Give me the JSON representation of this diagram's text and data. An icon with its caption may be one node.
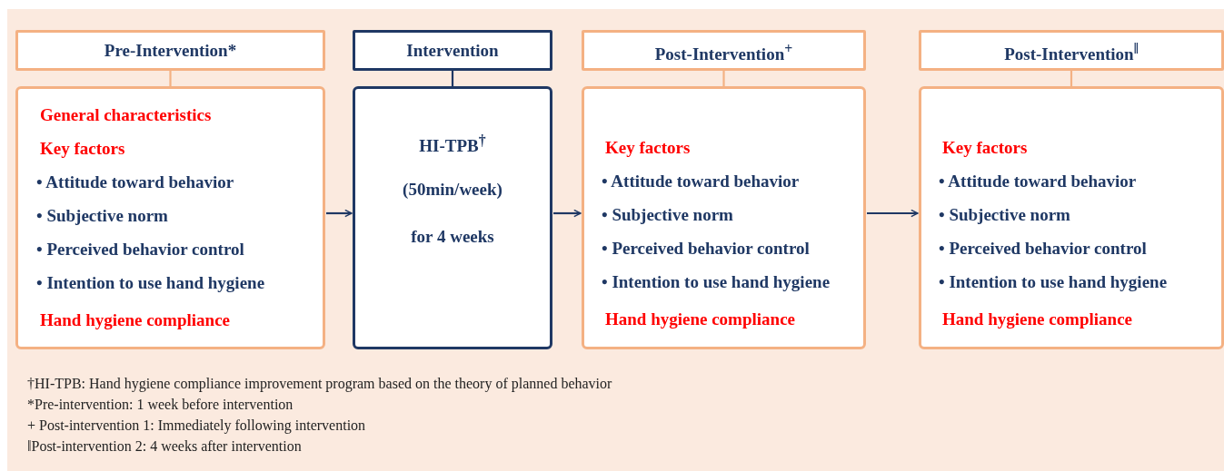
{
  "diagram": {
    "nodes": [
      {
        "text": [
          "Pre-Intervention*"
        ]
      },
      {
        "text": [
          "General characteristics",
          "Key factors",
          "• Attitude toward behavior",
          "• Subjective norm",
          "• Perceived behavior control",
          "• Intention to use hand hygiene",
          "Hand hygiene compliance"
        ]
      },
      {
        "text": [
          "Intervention"
        ]
      },
      {
        "text": [
          "HI-TPB$^{†}$",
          "(50min/week)",
          "for 4 weeks"
        ]
      },
      {
        "text": [
          "Post-Intervention$^{+}$"
        ]
      },
      {
        "text": [
          "Key factors",
          "• Attitude toward behavior",
          "• Subjective norm",
          "• Perceived behavior control",
          "• Intention to use hand hygiene",
          "Hand hygiene compliance"
        ]
      },
      {
        "text": [
          "Post-Intervention$^{‖}$"
        ]
      },
      {
        "text": [
          "Key factors",
          "• Attitude toward behavior",
          "• Subjective norm",
          "• Perceived behavior control",
          "• Intention to use hand hygiene",
          "Hand hygiene compliance"
        ]
      }
    ],
    "edges": [
      {
        "from": 0,
        "to": 1,
        "arrow": "none",
        "color": "#f4b183"
      },
      {
        "from": 2,
        "to": 3,
        "arrow": "none"
      },
      {
        "from": 4,
        "to": 5,
        "arrow": "none",
        "color": "#f4b183"
      },
      {
        "from": 6,
        "to": 7,
        "arrow": "none",
        "color": "#f4b183"
      },
      {
        "from": 1,
        "to": 3,
        "arrow": "to"
      },
      {
        "from": 3,
        "to": 5,
        "arrow": "to"
      },
      {
        "from": 5,
        "to": 7,
        "arrow": "to"
      }
    ],
    "labels": [
      "†HI-TPB: Hand hygiene compliance improvement program based on the theory of planned behavior",
      "*Pre-intervention: 1 week before intervention",
      "+ Post-intervention 1: Immediately following intervention",
      "‖Post-intervention 2: 4 weeks after intervention"
    ]
  }
}
